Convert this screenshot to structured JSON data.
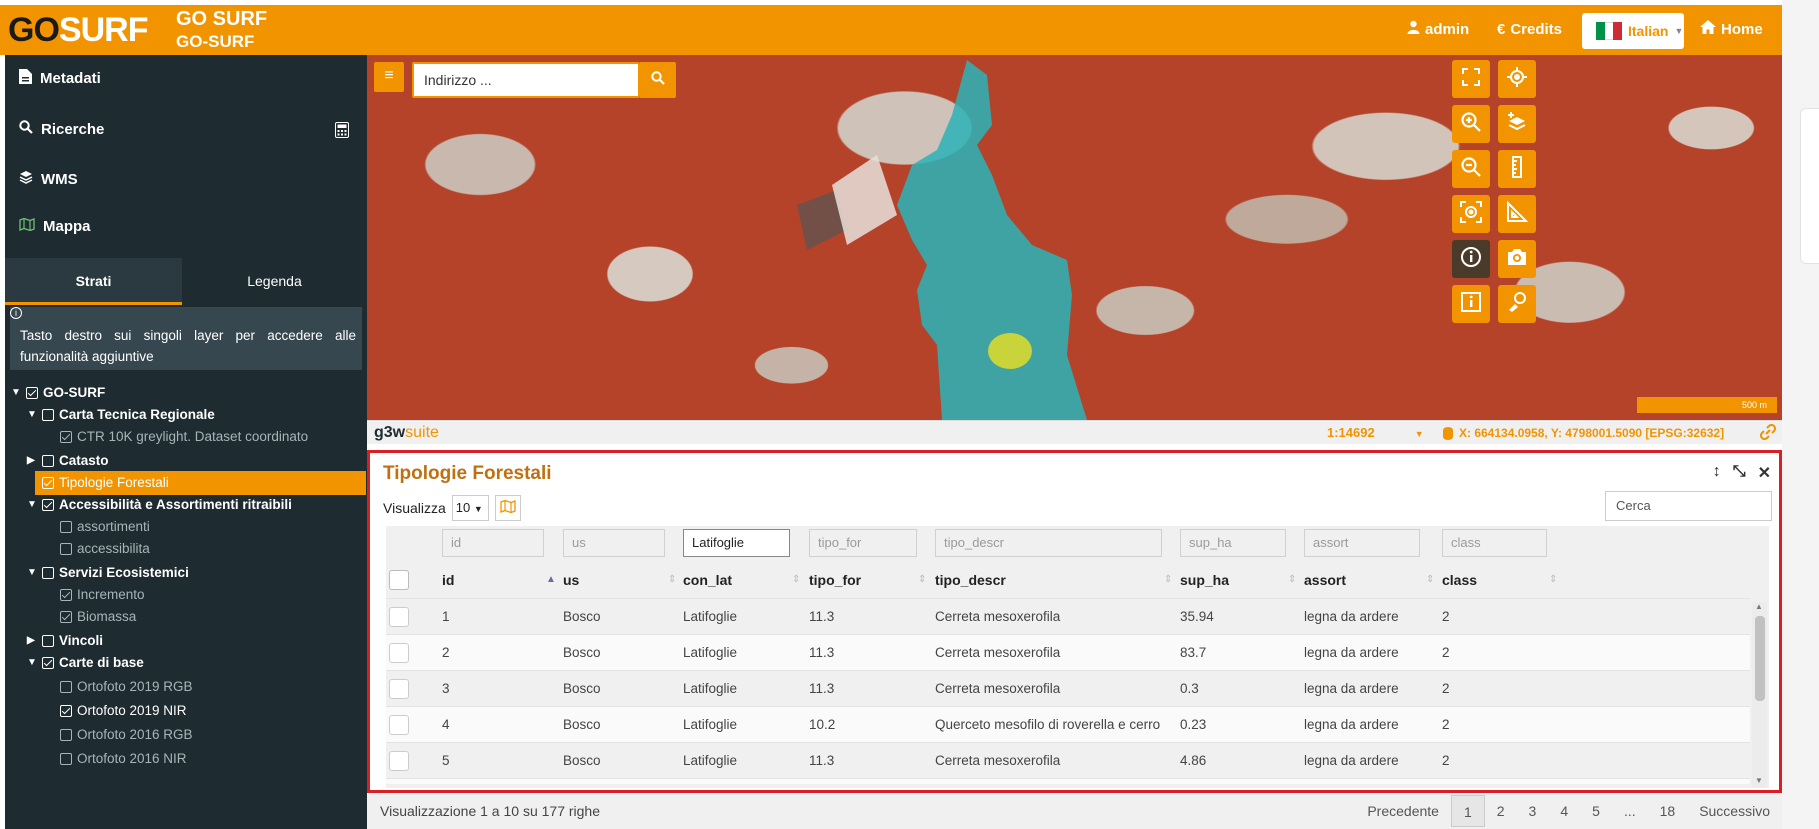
{
  "header": {
    "logo_go": "GO",
    "logo_surf": "SURF",
    "brand_title": "GO SURF",
    "brand_subtitle": "GO-SURF",
    "user": "admin",
    "credits": "Credits",
    "language": "Italian",
    "home": "Home",
    "accent_color": "#f29400"
  },
  "sidebar": {
    "nav": [
      {
        "label": "Metadati",
        "icon": "file-icon"
      },
      {
        "label": "Ricerche",
        "icon": "search-icon"
      },
      {
        "label": "WMS",
        "icon": "layers-icon"
      },
      {
        "label": "Mappa",
        "icon": "map-icon"
      }
    ],
    "tabs": [
      "Strati",
      "Legenda"
    ],
    "info_text": "Tasto destro sui singoli layer per accedere alle funzionalità aggiuntive",
    "tree": [
      {
        "label": "GO-SURF",
        "checked": true
      },
      {
        "label": "Carta Tecnica Regionale",
        "checked": false
      },
      {
        "label": "CTR 10K greylight. Dataset coordinato",
        "checked": true
      },
      {
        "label": "Catasto",
        "checked": false
      },
      {
        "label": "Tipologie Forestali",
        "checked": true,
        "selected": true
      },
      {
        "label": "Accessibilità e Assortimenti ritraibili",
        "checked": true
      },
      {
        "label": "assortimenti",
        "checked": false
      },
      {
        "label": "accessibilita",
        "checked": false
      },
      {
        "label": "Servizi Ecosistemici",
        "checked": false
      },
      {
        "label": "Incremento",
        "checked": true
      },
      {
        "label": "Biomassa",
        "checked": true
      },
      {
        "label": "Vincoli",
        "checked": false
      },
      {
        "label": "Carte di base",
        "checked": true
      },
      {
        "label": "Ortofoto 2019 RGB",
        "checked": false
      },
      {
        "label": "Ortofoto 2019 NIR",
        "checked": true
      },
      {
        "label": "Ortofoto 2016 RGB",
        "checked": false
      },
      {
        "label": "Ortofoto 2016 NIR",
        "checked": false
      }
    ]
  },
  "map": {
    "search_placeholder": "Indirizzo ...",
    "scale_label": "500 m",
    "suite_brand": "g3w",
    "suite_word": "suite",
    "scale": "1:14692",
    "coordinates": "X: 664134.0958, Y: 4798001.5090  [EPSG:32632]"
  },
  "table": {
    "title": "Tipologie Forestali",
    "show_label": "Visualizza",
    "page_size": "10",
    "search_placeholder": "Cerca",
    "filters": [
      "id",
      "us",
      "Latifoglie",
      "tipo_for",
      "tipo_descr",
      "sup_ha",
      "assort",
      "class"
    ],
    "columns": [
      "id",
      "us",
      "con_lat",
      "tipo_for",
      "tipo_descr",
      "sup_ha",
      "assort",
      "class"
    ],
    "rows": [
      [
        "1",
        "Bosco",
        "Latifoglie",
        "11.3",
        "Cerreta mesoxerofila",
        "35.94",
        "legna da ardere",
        "2"
      ],
      [
        "2",
        "Bosco",
        "Latifoglie",
        "11.3",
        "Cerreta mesoxerofila",
        "83.7",
        "legna da ardere",
        "2"
      ],
      [
        "3",
        "Bosco",
        "Latifoglie",
        "11.3",
        "Cerreta mesoxerofila",
        "0.3",
        "legna da ardere",
        "2"
      ],
      [
        "4",
        "Bosco",
        "Latifoglie",
        "10.2",
        "Querceto mesofilo di roverella e cerro",
        "0.23",
        "legna da ardere",
        "2"
      ],
      [
        "5",
        "Bosco",
        "Latifoglie",
        "11.3",
        "Cerreta mesoxerofila",
        "4.86",
        "legna da ardere",
        "2"
      ]
    ],
    "summary": "Visualizzazione 1 a 10 su 177 righe",
    "pager": {
      "prev": "Precedente",
      "pages": [
        "1",
        "2",
        "3",
        "4",
        "5",
        "...",
        "18"
      ],
      "current": "1",
      "next": "Successivo"
    }
  }
}
